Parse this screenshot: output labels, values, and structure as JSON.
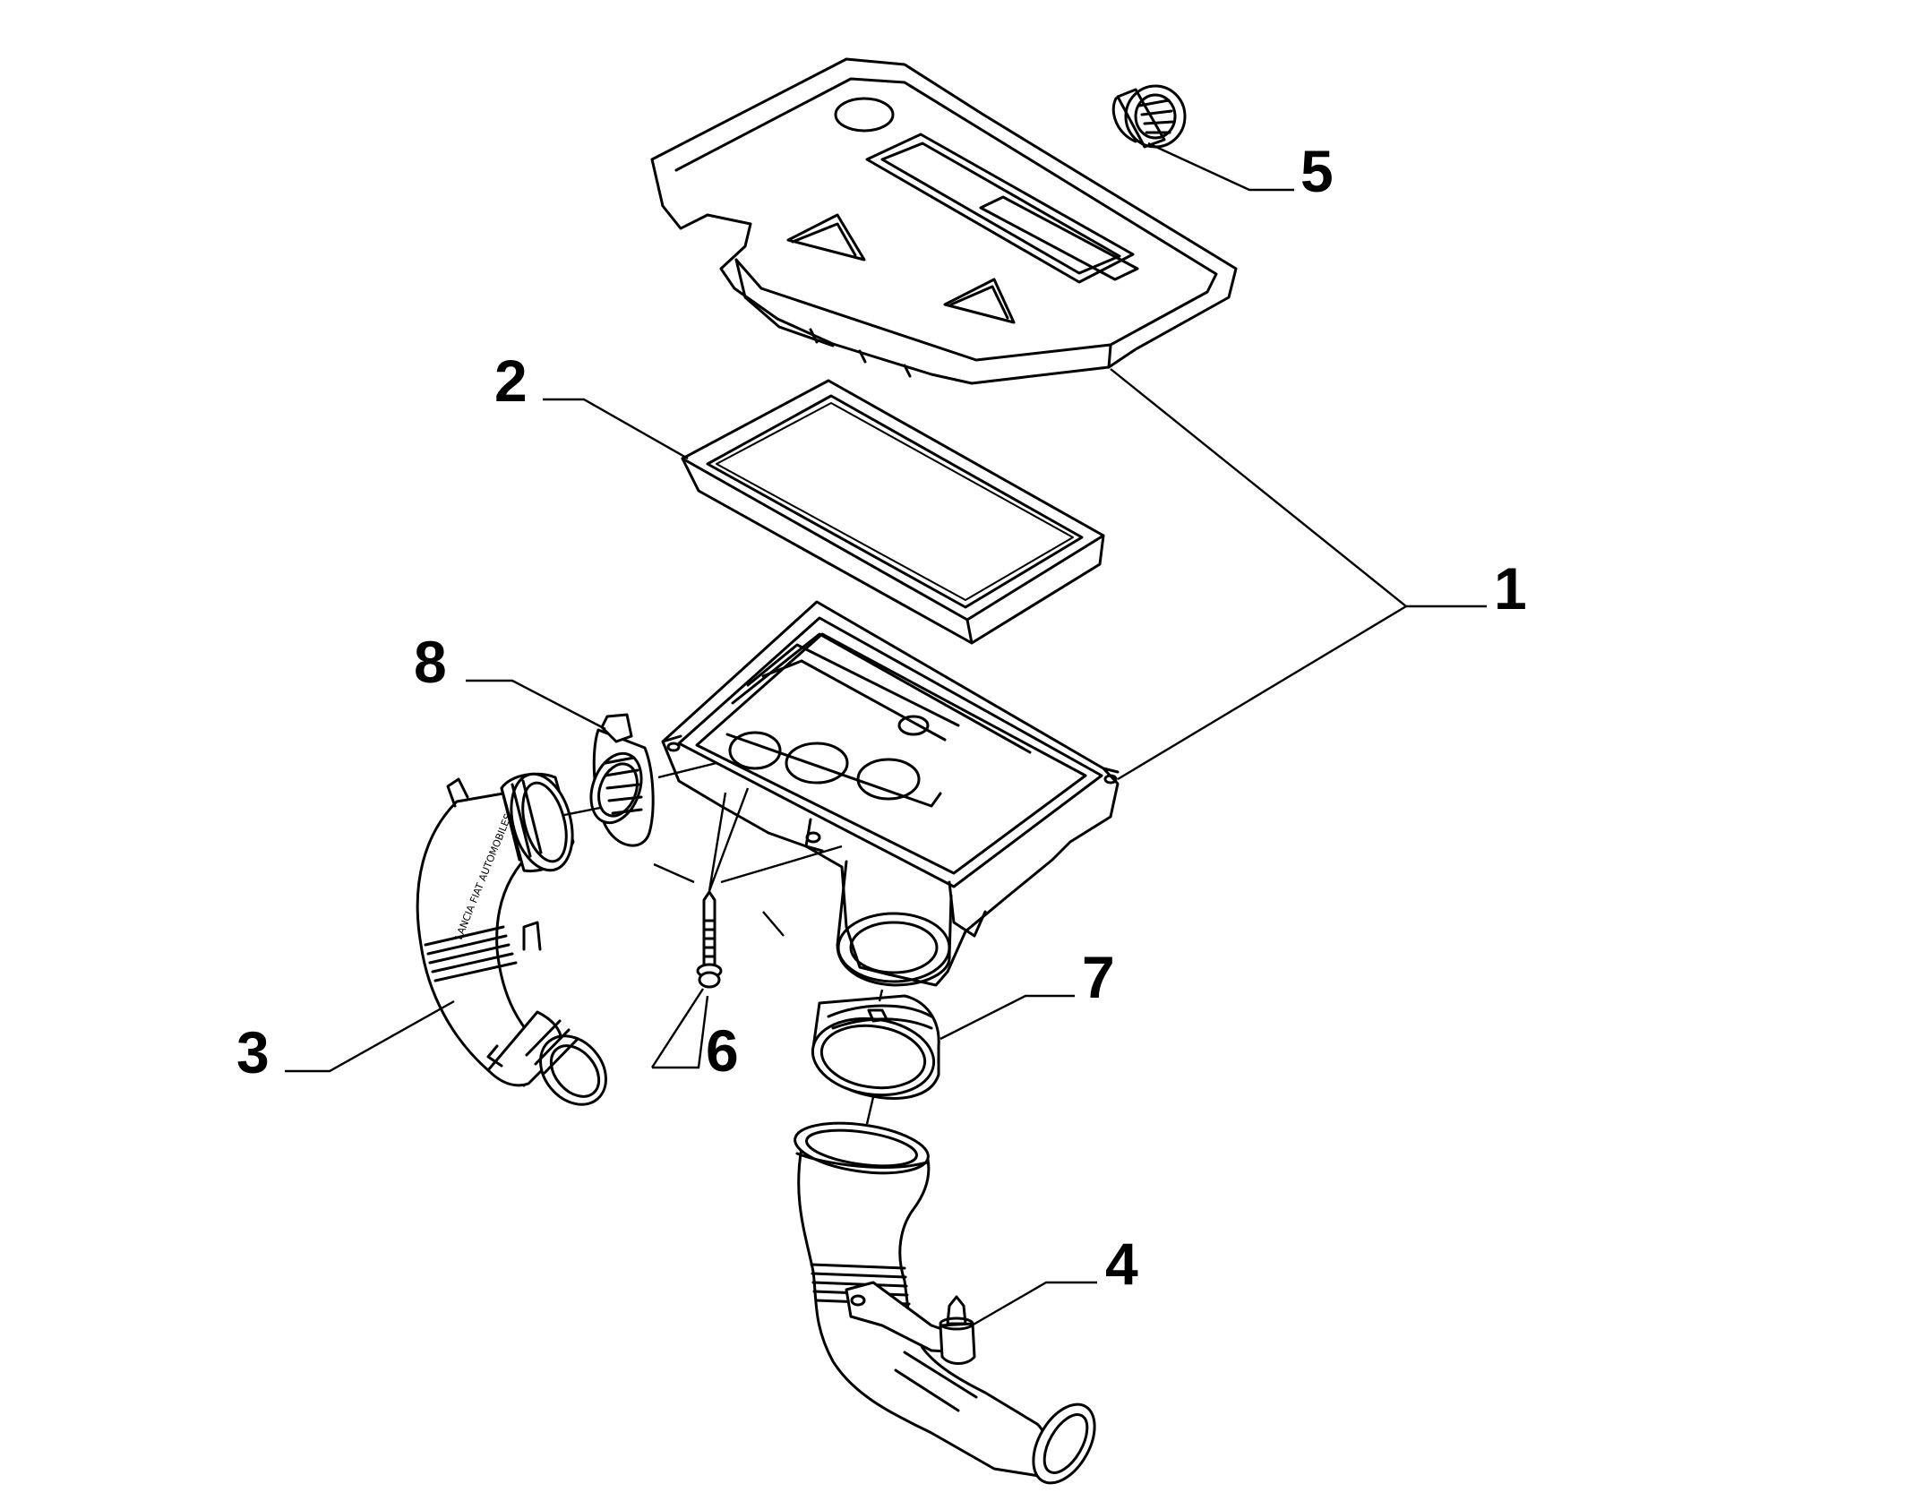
{
  "callouts": [
    {
      "id": "1",
      "label": "1"
    },
    {
      "id": "2",
      "label": "2"
    },
    {
      "id": "3",
      "label": "3"
    },
    {
      "id": "4",
      "label": "4"
    },
    {
      "id": "5",
      "label": "5"
    },
    {
      "id": "6",
      "label": "6"
    },
    {
      "id": "7",
      "label": "7"
    },
    {
      "id": "8",
      "label": "8"
    }
  ],
  "hose_marking": "LANCIA FIAT AUTOMOBILES",
  "colors": {
    "line": "#000000",
    "background": "#ffffff"
  }
}
